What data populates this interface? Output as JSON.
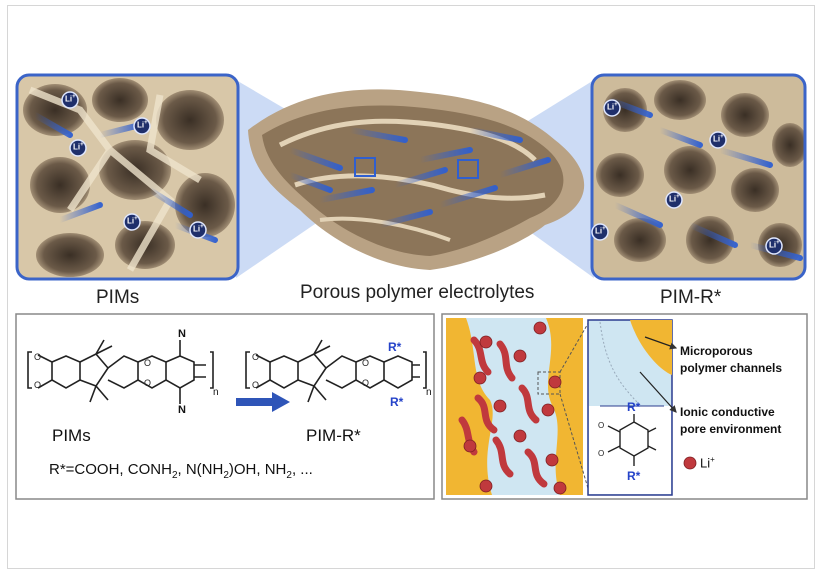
{
  "captions": {
    "left": "PIMs",
    "center": "Porous polymer electrolytes",
    "right": "PIM-R*"
  },
  "chem": {
    "left_name": "PIMs",
    "right_name": "PIM-R*",
    "n": "n",
    "nitrile_n": "N",
    "r_group": "R*",
    "formula_prefix": "R*=COOH, CONH",
    "sub2": "2",
    "formula_mid1": ", N(NH",
    "formula_mid2": ")OH, NH",
    "formula_end": ", ..."
  },
  "pore": {
    "label1": "Microporous",
    "label1b": "polymer channels",
    "label2": "Ionic conductive",
    "label2b": "pore environment",
    "r_group": "R*",
    "li": "Li",
    "li_sup": "+"
  },
  "ion_label": "Li",
  "ion_sup": "+",
  "colors": {
    "accent_blue": "#2f5fd0",
    "frame_blue": "#3b64c8",
    "polymer_beige": "#c9b79a",
    "gold": "#f1b632",
    "channel_blue": "#cfe6f2",
    "li_red": "#c0393d",
    "r_blue": "#2543c9"
  }
}
